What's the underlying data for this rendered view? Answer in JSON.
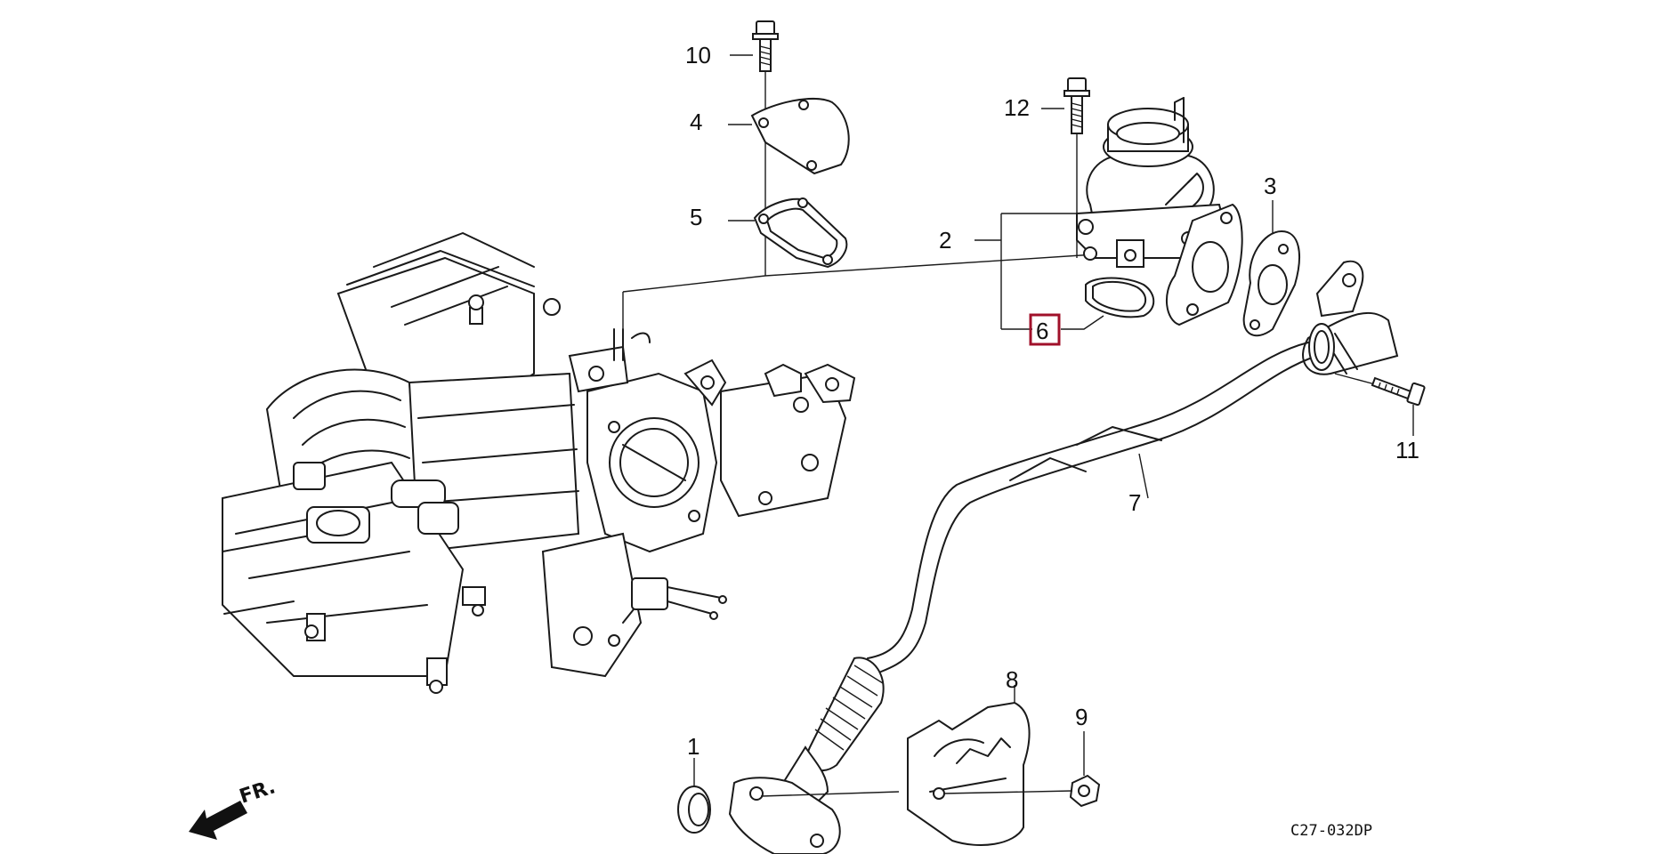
{
  "callouts": [
    {
      "id": "1",
      "label": "1",
      "highlighted": false
    },
    {
      "id": "2",
      "label": "2",
      "highlighted": false
    },
    {
      "id": "3",
      "label": "3",
      "highlighted": false
    },
    {
      "id": "4",
      "label": "4",
      "highlighted": false
    },
    {
      "id": "5",
      "label": "5",
      "highlighted": false
    },
    {
      "id": "6",
      "label": "6",
      "highlighted": true
    },
    {
      "id": "7",
      "label": "7",
      "highlighted": false
    },
    {
      "id": "8",
      "label": "8",
      "highlighted": false
    },
    {
      "id": "9",
      "label": "9",
      "highlighted": false
    },
    {
      "id": "10",
      "label": "10",
      "highlighted": false
    },
    {
      "id": "11",
      "label": "11",
      "highlighted": false
    },
    {
      "id": "12",
      "label": "12",
      "highlighted": false
    }
  ],
  "direction_indicator": {
    "label": "FR.",
    "icon": "front-arrow-icon"
  },
  "diagram_code": "C27-032DP",
  "colors": {
    "line": "#1a1a1a",
    "highlight": "#a0102a",
    "background": "#ffffff"
  }
}
